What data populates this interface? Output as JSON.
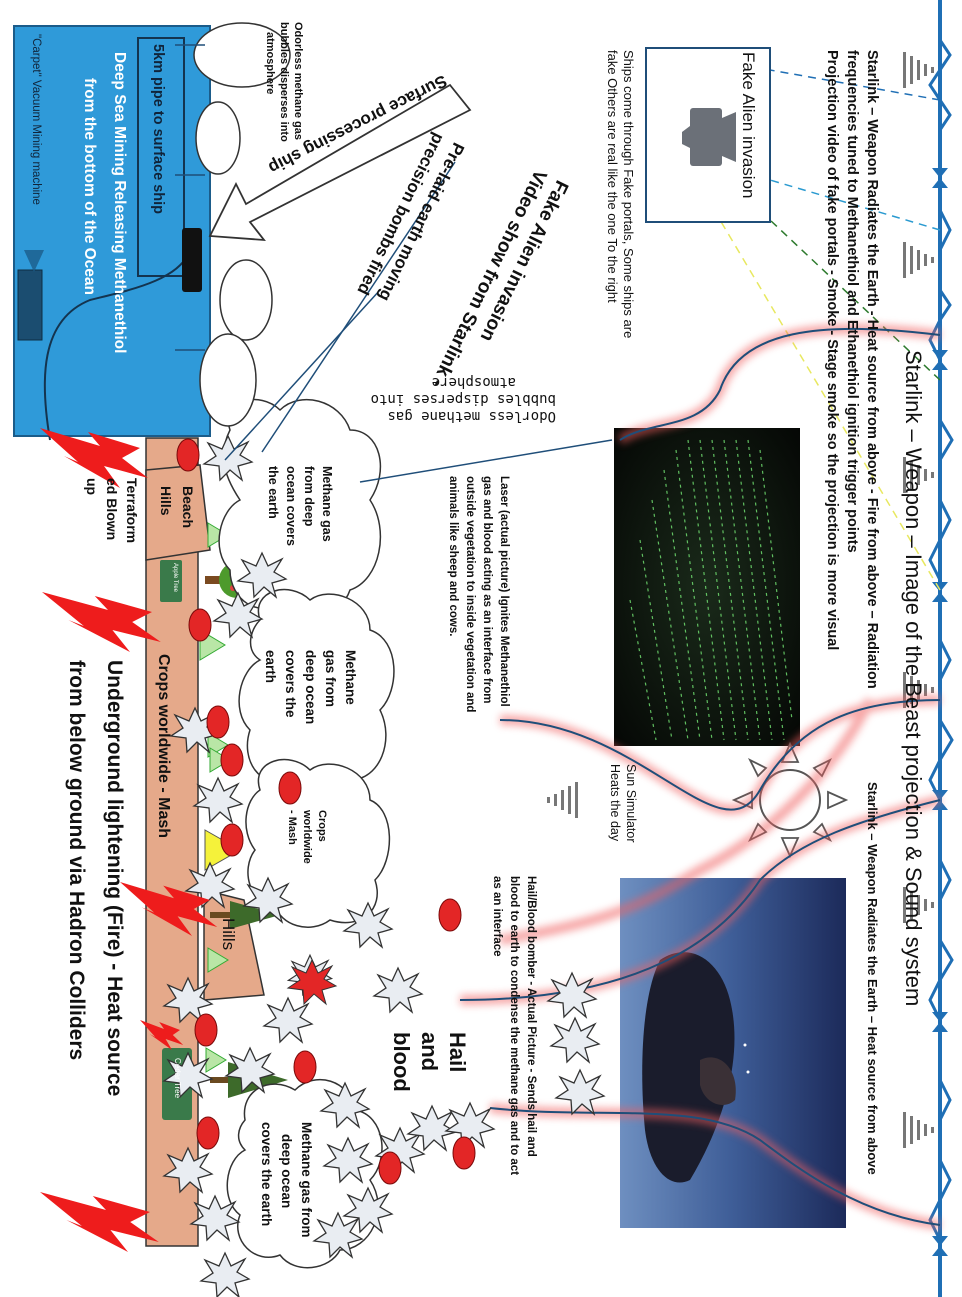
{
  "title": "Starlink – Weapon – Image of the Beast projection & Sound system",
  "top_text": {
    "line1": "Starlink – Weapon Radiates the Earth - Heat source from above - Fire from above – Radiation",
    "line2": "frequencies tuned to Methanethiol and Ethanethiol ignition trigger points",
    "line3": "Projection video of fake portals - Smoke - Stage smoke so the projection is more visual"
  },
  "right_text": "Starlink – Weapon Radiates the Earth – Heat source from above",
  "fake_alien_box": "Fake Alien invasion",
  "ships_text": {
    "line1": "Ships come through Fake portals, Some ships are",
    "line2": "fake Others are real like the one To the right"
  },
  "sun_caption": {
    "line1": "Sun Simulator",
    "line2": "Heats the day"
  },
  "laser_caption": [
    "Laser (actual picture) Ignites Methanethiol",
    "gas and blood acting as an interface from",
    "outside vegetation to inside vegetation and",
    "animals like sheep and cows."
  ],
  "hail_caption": [
    "Hail/Blood bomber - Actual Picture - Sends hail and",
    "blood to earth to condense the methane gas and to act",
    "as an interface"
  ],
  "hail_and_blood": {
    "line1": "Hail",
    "line2": "and",
    "line3": "blood"
  },
  "odorless_upside": {
    "line1": "Odorless methane gas",
    "line2": "bubbles disperses into",
    "line3": "atmosphere"
  },
  "video_show": {
    "line1": "Fake Alien invasion",
    "line2": "Video show from Starlink -"
  },
  "pre_laid": {
    "line1": "Pre-laid earth moving",
    "line2": "precision bombs fired"
  },
  "surface_ship": "Surface processing ship",
  "odorless_cloud": {
    "line1": "Odorless methane gas",
    "line2": "bubbles disperses into",
    "line3": "atmosphere"
  },
  "ocean_text": {
    "pipe": "5km pipe to surface ship",
    "line1": "Deep Sea Mining Releasing Methanethiol",
    "line2": "from the bottom of the Ocean",
    "carpet": "\"Carpet\" Vacuum Mining machine"
  },
  "cloud_texts": {
    "c1": [
      "Methane gas",
      "from deep",
      "ocean covers",
      "the earth"
    ],
    "c2": [
      "Methane",
      "gas from",
      "deep ocean",
      "covers the",
      "earth"
    ],
    "c3": [
      "Crops",
      "worldwide",
      "- Mash"
    ],
    "c4": [
      "Methane gas from",
      "deep ocean",
      "covers the earth"
    ]
  },
  "ground": {
    "beach_hills": [
      "Beach",
      "Hills"
    ],
    "hills": "Hills",
    "crops": "Crops worldwide - Mash",
    "terraform": [
      "Terraform",
      "ed Blown",
      "up"
    ],
    "apple_tree": "Apple Tree",
    "cedar_tree": "Cedar Tree"
  },
  "underground": {
    "line1": "Underground lightening (Fire) - Heat source",
    "line2": "from below ground via Hadron Colliders"
  },
  "colors": {
    "ocean": "#2f9ad9",
    "ground": "#e5a98a",
    "red_glow": "#f06060",
    "drop": "#e32626",
    "frame_blue": "#1f6fb5"
  }
}
